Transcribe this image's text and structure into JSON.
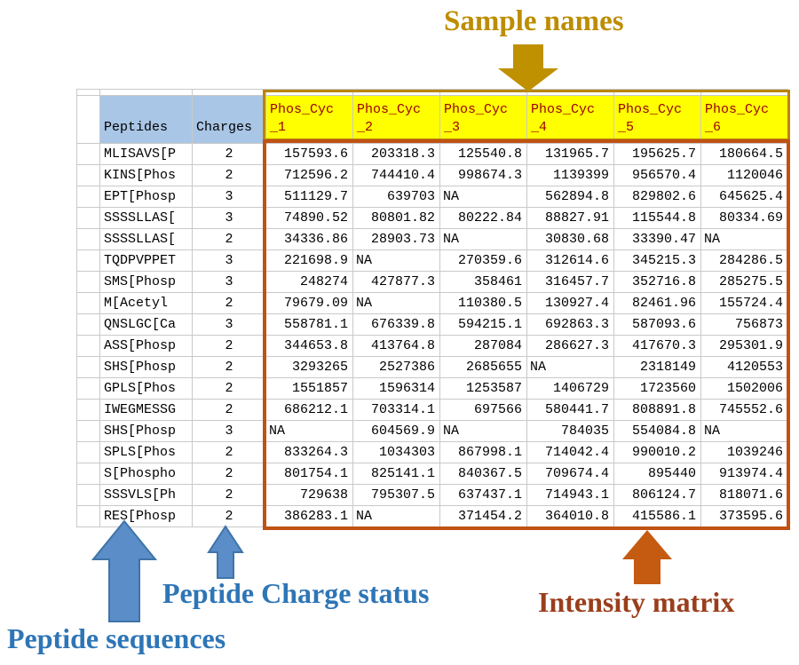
{
  "annotations": {
    "sample_names": "Sample names",
    "peptide_sequences": "Peptide sequences",
    "peptide_charge_status": "Peptide Charge status",
    "intensity_matrix": "Intensity matrix"
  },
  "colors": {
    "header_fill_blue": "#A9C6E6",
    "sample_header_fill": "#FFFF00",
    "sample_header_text": "#9C0000",
    "gold_border": "#B8860B",
    "sample_names_gold": "#BD8D00",
    "annotation_blue": "#2E75B6",
    "arrow_blue": "#5B8DC8",
    "arrow_blue_stroke": "#3F74A8",
    "gold_arrow": "#BF9000",
    "orange_arrow": "#C55A11",
    "intensity_brown": "#9A3E1C",
    "matrix_border_orange": "#C05214"
  },
  "table": {
    "peptides_header": "Peptides",
    "charges_header": "Charges",
    "na_text": "NA",
    "sample_headers": [
      {
        "line1": "Phos_Cyc",
        "line2": "_1"
      },
      {
        "line1": "Phos_Cyc",
        "line2": "_2"
      },
      {
        "line1": "Phos_Cyc",
        "line2": "_3"
      },
      {
        "line1": "Phos_Cyc",
        "line2": "_4"
      },
      {
        "line1": "Phos_Cyc",
        "line2": "_5"
      },
      {
        "line1": "Phos_Cyc",
        "line2": "_6"
      }
    ],
    "rows": [
      {
        "peptide": "MLISAVS[P",
        "charge": "2",
        "values": [
          "157593.6",
          "203318.3",
          "125540.8",
          "131965.7",
          "195625.7",
          "180664.5"
        ]
      },
      {
        "peptide": "KINS[Phos",
        "charge": "2",
        "values": [
          "712596.2",
          "744410.4",
          "998674.3",
          "1139399",
          "956570.4",
          "1120046"
        ]
      },
      {
        "peptide": "EPT[Phosp",
        "charge": "3",
        "values": [
          "511129.7",
          "639703",
          "NA",
          "562894.8",
          "829802.6",
          "645625.4"
        ]
      },
      {
        "peptide": "SSSSLLAS[",
        "charge": "3",
        "values": [
          "74890.52",
          "80801.82",
          "80222.84",
          "88827.91",
          "115544.8",
          "80334.69"
        ]
      },
      {
        "peptide": "SSSSLLAS[",
        "charge": "2",
        "values": [
          "34336.86",
          "28903.73",
          "NA",
          "30830.68",
          "33390.47",
          "NA"
        ]
      },
      {
        "peptide": "TQDPVPPET",
        "charge": "3",
        "values": [
          "221698.9",
          "NA",
          "270359.6",
          "312614.6",
          "345215.3",
          "284286.5"
        ]
      },
      {
        "peptide": "SMS[Phosp",
        "charge": "3",
        "values": [
          "248274",
          "427877.3",
          "358461",
          "316457.7",
          "352716.8",
          "285275.5"
        ]
      },
      {
        "peptide": "M[Acetyl",
        "charge": "2",
        "values": [
          "79679.09",
          "NA",
          "110380.5",
          "130927.4",
          "82461.96",
          "155724.4"
        ]
      },
      {
        "peptide": "QNSLGC[Ca",
        "charge": "3",
        "values": [
          "558781.1",
          "676339.8",
          "594215.1",
          "692863.3",
          "587093.6",
          "756873"
        ]
      },
      {
        "peptide": "ASS[Phosp",
        "charge": "2",
        "values": [
          "344653.8",
          "413764.8",
          "287084",
          "286627.3",
          "417670.3",
          "295301.9"
        ]
      },
      {
        "peptide": "SHS[Phosp",
        "charge": "2",
        "values": [
          "3293265",
          "2527386",
          "2685655",
          "NA",
          "2318149",
          "4120553"
        ]
      },
      {
        "peptide": "GPLS[Phos",
        "charge": "2",
        "values": [
          "1551857",
          "1596314",
          "1253587",
          "1406729",
          "1723560",
          "1502006"
        ]
      },
      {
        "peptide": "IWEGMESSG",
        "charge": "2",
        "values": [
          "686212.1",
          "703314.1",
          "697566",
          "580441.7",
          "808891.8",
          "745552.6"
        ]
      },
      {
        "peptide": "SHS[Phosp",
        "charge": "3",
        "values": [
          "NA",
          "604569.9",
          "NA",
          "784035",
          "554084.8",
          "NA"
        ]
      },
      {
        "peptide": "SPLS[Phos",
        "charge": "2",
        "values": [
          "833264.3",
          "1034303",
          "867998.1",
          "714042.4",
          "990010.2",
          "1039246"
        ]
      },
      {
        "peptide": "S[Phospho",
        "charge": "2",
        "values": [
          "801754.1",
          "825141.1",
          "840367.5",
          "709674.4",
          "895440",
          "913974.4"
        ]
      },
      {
        "peptide": "SSSVLS[Ph",
        "charge": "2",
        "values": [
          "729638",
          "795307.5",
          "637437.1",
          "714943.1",
          "806124.7",
          "818071.6"
        ]
      },
      {
        "peptide": "RES[Phosp",
        "charge": "2",
        "values": [
          "386283.1",
          "NA",
          "371454.2",
          "364010.8",
          "415586.1",
          "373595.6"
        ]
      }
    ]
  }
}
